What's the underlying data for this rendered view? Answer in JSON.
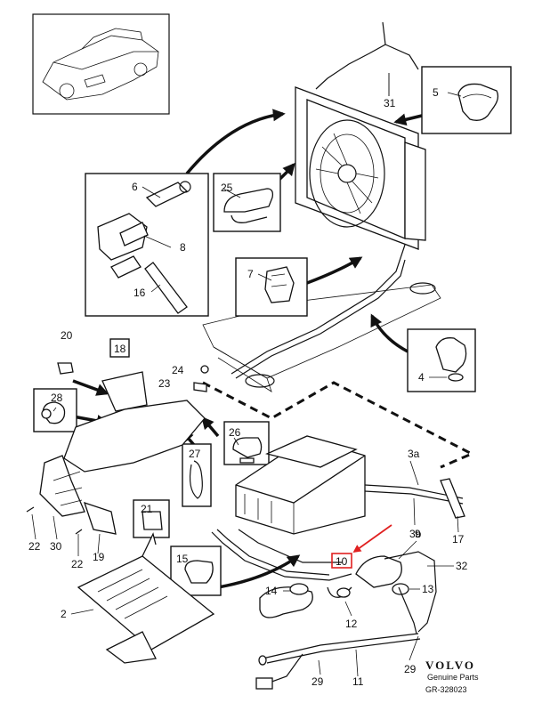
{
  "labels": {
    "p2": "2",
    "p3a": "3a",
    "p3b": "3b",
    "p4": "4",
    "p5": "5",
    "p6": "6",
    "p7": "7",
    "p8": "8",
    "p9": "9",
    "p10": "10",
    "p11": "11",
    "p12": "12",
    "p13": "13",
    "p14": "14",
    "p15": "15",
    "p16": "16",
    "p17": "17",
    "p18": "18",
    "p19": "19",
    "p20": "20",
    "p21": "21",
    "p22a": "22",
    "p22b": "22",
    "p23": "23",
    "p24": "24",
    "p25": "25",
    "p26": "26",
    "p27": "27",
    "p28": "28",
    "p29a": "29",
    "p29b": "29",
    "p30": "30",
    "p31": "31",
    "p32": "32"
  },
  "branding": {
    "logo": "VOLVO",
    "subtitle": "Genuine Parts",
    "code": "GR-328023"
  },
  "colors": {
    "ink": "#111111",
    "highlight": "#e02020",
    "paper": "#ffffff"
  }
}
